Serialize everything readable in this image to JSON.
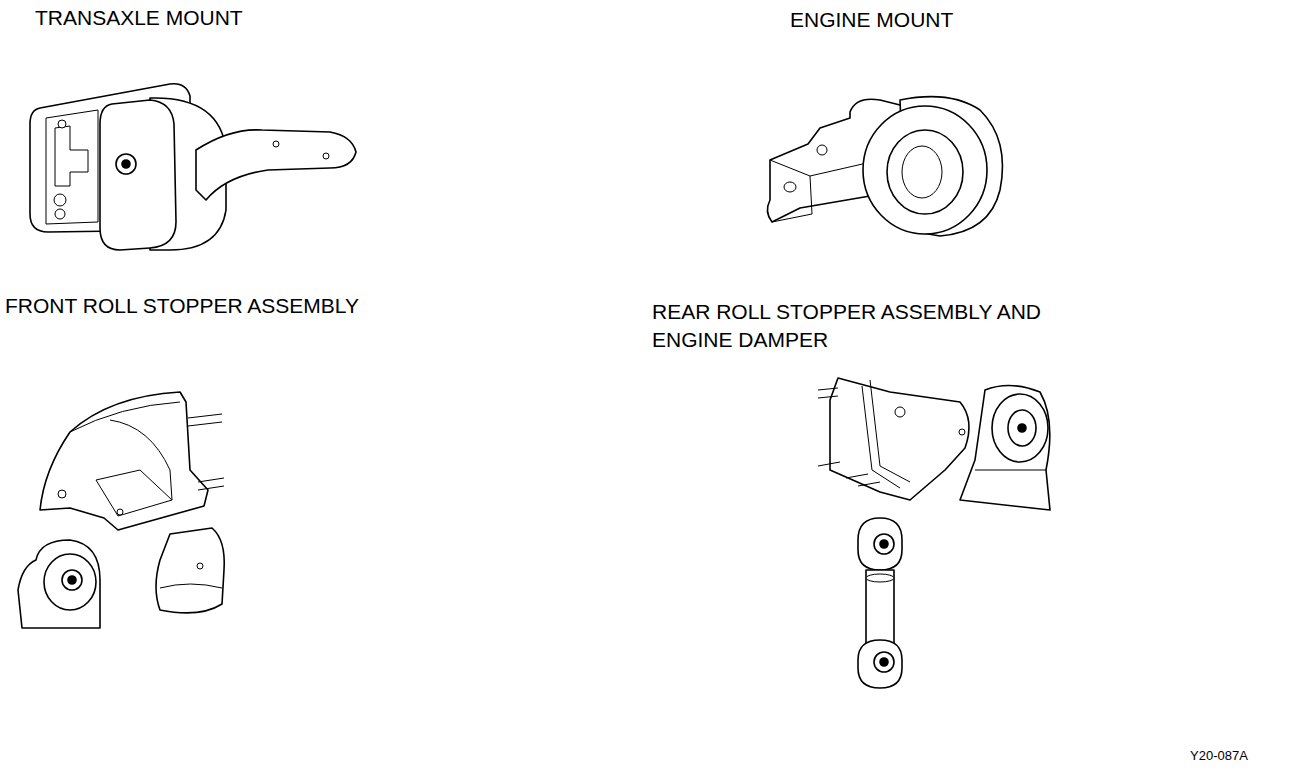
{
  "diagram": {
    "labels": [
      "TRANSAXLE MOUNT",
      "ENGINE MOUNT",
      "FRONT ROLL STOPPER ASSEMBLY",
      "REAR ROLL STOPPER ASSEMBLY AND ENGINE DAMPER",
      "Y20-087A"
    ]
  }
}
